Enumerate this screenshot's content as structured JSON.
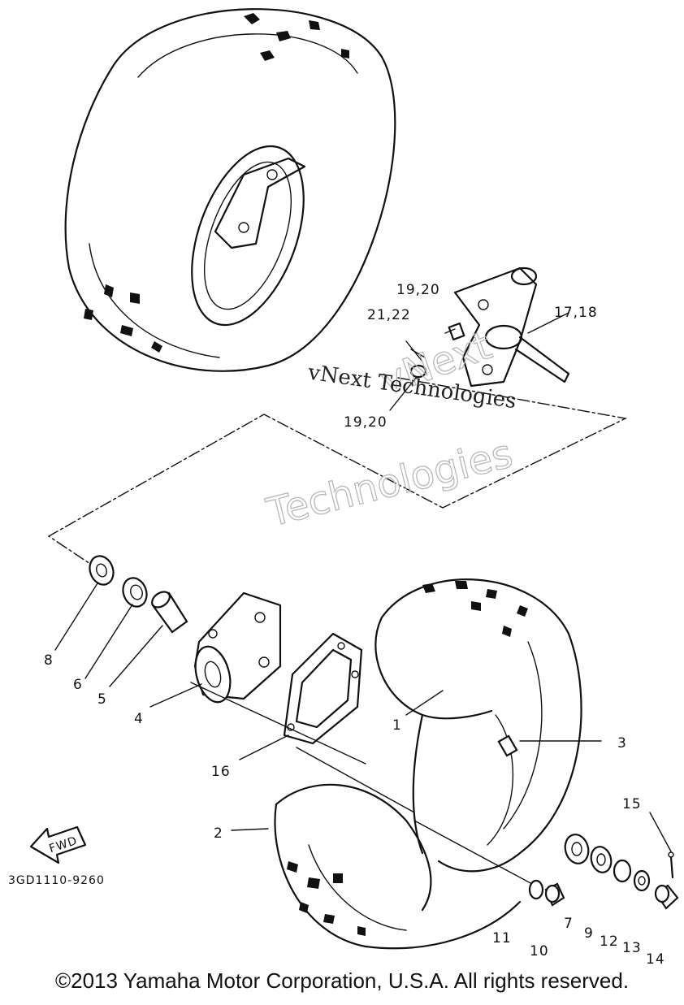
{
  "callouts": {
    "c1": "1",
    "c2": "2",
    "c3": "3",
    "c4": "4",
    "c5": "5",
    "c6": "6",
    "c7": "7",
    "c8": "8",
    "c9": "9",
    "c10": "10",
    "c11": "11",
    "c12": "12",
    "c13": "13",
    "c14": "14",
    "c15": "15",
    "c16": "16",
    "c17_18": "17,18",
    "c19_20_top": "19,20",
    "c19_20_bottom": "19,20",
    "c21_22": "21,22"
  },
  "part_code": "3GD1110-9260",
  "fwd_label": "FWD",
  "watermark": {
    "line": "vNext Technologies",
    "word1": "vNext",
    "word2": "Technologies"
  },
  "copyright": "©2013 Yamaha Motor Corporation, U.S.A. All rights reserved."
}
